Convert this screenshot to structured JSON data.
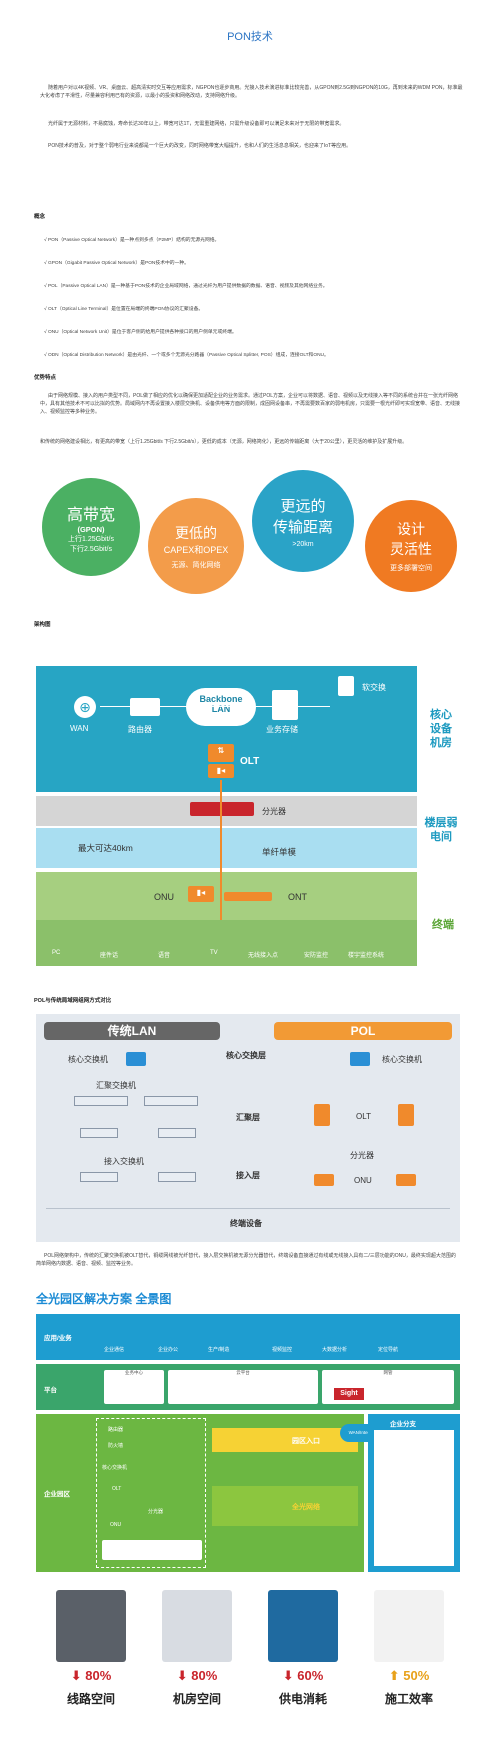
{
  "title": "PON技术",
  "intro": [
    "随着用户对以4K视频、VR、桌面云、超高清实时交互等应用需求，NGPON也逐步商用。光接入技术演进标准比较完善，从GPON到2.5G到NGPON的10G，再到未来的WDM PON，标准最大化考虑了平滑性，尽量兼容利用已有的资源，以最小的投资和网络改动，支持网络升级。",
    "光纤属于无源材料，不易腐蚀，寿命长达30年以上，带宽可达1T，无需重建网络，只需升级设备即可以满足未来对于无限的带宽需求。",
    "PON技术的普及，对于整个弱电行业来说都是一个巨大的改变，同时网络带宽大幅提升，也和人们的生活息息相关，也迎来了IoT等应用。"
  ],
  "concepts": {
    "heading": "概念",
    "items": [
      "√ PON（Passive Optical Network）是一种点到多点（P2MP）结构的无源光网络。",
      "√ GPON（Gigabit Passive Optical Network）是PON技术中的一种。",
      "√ POL（Passive Optical LAN）是一种基于PON技术的企业局域网络，通过光纤为用户提供数据的数据、语音、视频及其他网络业务。",
      "√ OLT（Optical Line Terminal）是位置在局端的终端PON协议的汇聚设备。",
      "√ ONU（Optical Network Unit）是位于客户侧的给用户提供各种接口的用户侧单元或终端。",
      "√ ODN（Optical Distribution Network）是由光纤、一个或多个无源光分路器（Passive Optical Splitter, POS）组成，连接OLT和ONU。"
    ]
  },
  "advantages": {
    "heading": "优势特点",
    "p1": "由于网络规模、接入的用户类型不同，POL做了相应的优化以确保更加适配企业的业务需求。通过POL方案，企业可以将数据、语音、视频以及无线接入等不同的系统合并在一张光纤网络中，具有其他技术不可以比拟的优势。局域网内不再设置接入楼层交换机、设备供电等方面的限制，成固网设备串，不再需要数百家的弱电机房，只需要一根光纤即可实现宽带、语音、无线接入、视频监控等多种业务。",
    "p2": "和传统的网络建设相比，有更高的带宽（上行1.25Gbit/s 下行2.5Gbit/s），更低的成本（无源，网络简化），更远的传输距离（大于20公里），更灵活的维护及扩展升级。"
  },
  "circles": [
    {
      "title": "高带宽",
      "l1": "(GPON)",
      "l2": "上行1.25Gbit/s",
      "l3": "下行2.5Gbit/s",
      "color": "#4bb063"
    },
    {
      "title": "更低的",
      "l1": "CAPEX和OPEX",
      "l2": "无源、简化网络",
      "color": "#f39c4a"
    },
    {
      "title": "更远的",
      "l1": "传输距离",
      "l2": ">20km",
      "color": "#2aa3c7"
    },
    {
      "title": "设计",
      "l1": "灵活性",
      "l2": "更多部署空间",
      "color": "#f07a22"
    }
  ],
  "arch": {
    "heading": "架构图",
    "wan": "WAN",
    "router": "路由器",
    "backbone1": "Backbone",
    "backbone2": "LAN",
    "storage": "业务存储",
    "softswitch": "软交换",
    "olt": "OLT",
    "splitter": "分光器",
    "distance": "最大可达40km",
    "singlemode": "单纤单模",
    "onu": "ONU",
    "ont": "ONT",
    "side1": "核心设备机房",
    "side2": "楼层弱电间",
    "side3": "终端",
    "devices": [
      "PC",
      "座件话",
      "语音",
      "TV",
      "无线接入点",
      "安防监控",
      "楼宇监控系统"
    ]
  },
  "compare": {
    "heading": "POL与传统局域网组网方式对比",
    "lan": "传统LAN",
    "pol": "POL",
    "core": "核心交换机",
    "core_layer": "核心交换层",
    "agg": "汇聚交换机",
    "agg_layer": "汇聚层",
    "access": "接入交换机",
    "access_layer": "接入层",
    "olt": "OLT",
    "splitter": "分光器",
    "onu": "ONU",
    "terminal": "终端设备",
    "caption": "POL网络架构中，传统的汇聚交换机被OLT替代，铜缆网线被光纤替代，接入层交换机被无源分光器替代，终端设备直接通过有线或无线接入具有二/三层功能的ONU，最终实现超大范围的简单网络内数据、语音、视频、监控等业务。"
  },
  "solution": {
    "title": "全光园区解决方案 全景图",
    "apps_label": "应用/业务",
    "apps": [
      "企业通信",
      "企业办公",
      "生产/制造",
      "视频监控",
      "大数据分析",
      "定位导航"
    ],
    "platform_label": "平台",
    "plat_boxes": [
      "业务中心",
      "云平台",
      "网管"
    ],
    "sight": "Sight",
    "park_label": "企业园区",
    "branch": "企业分支",
    "park_entry": "园区入口",
    "allopt": "全光网络",
    "wan": "WAN/Internet",
    "tags": [
      "路由器",
      "防火墙",
      "核心交换机",
      "OLT",
      "分光器",
      "ONU"
    ]
  },
  "stats": [
    {
      "arrow": "⬇",
      "val": "80%",
      "label": "线路空间",
      "color": "#c9252c"
    },
    {
      "arrow": "⬇",
      "val": "80%",
      "label": "机房空间",
      "color": "#c9252c"
    },
    {
      "arrow": "⬇",
      "val": "60%",
      "label": "供电消耗",
      "color": "#c9252c"
    },
    {
      "arrow": "⬆",
      "val": "50%",
      "label": "施工效率",
      "color": "#e8a11a"
    }
  ]
}
